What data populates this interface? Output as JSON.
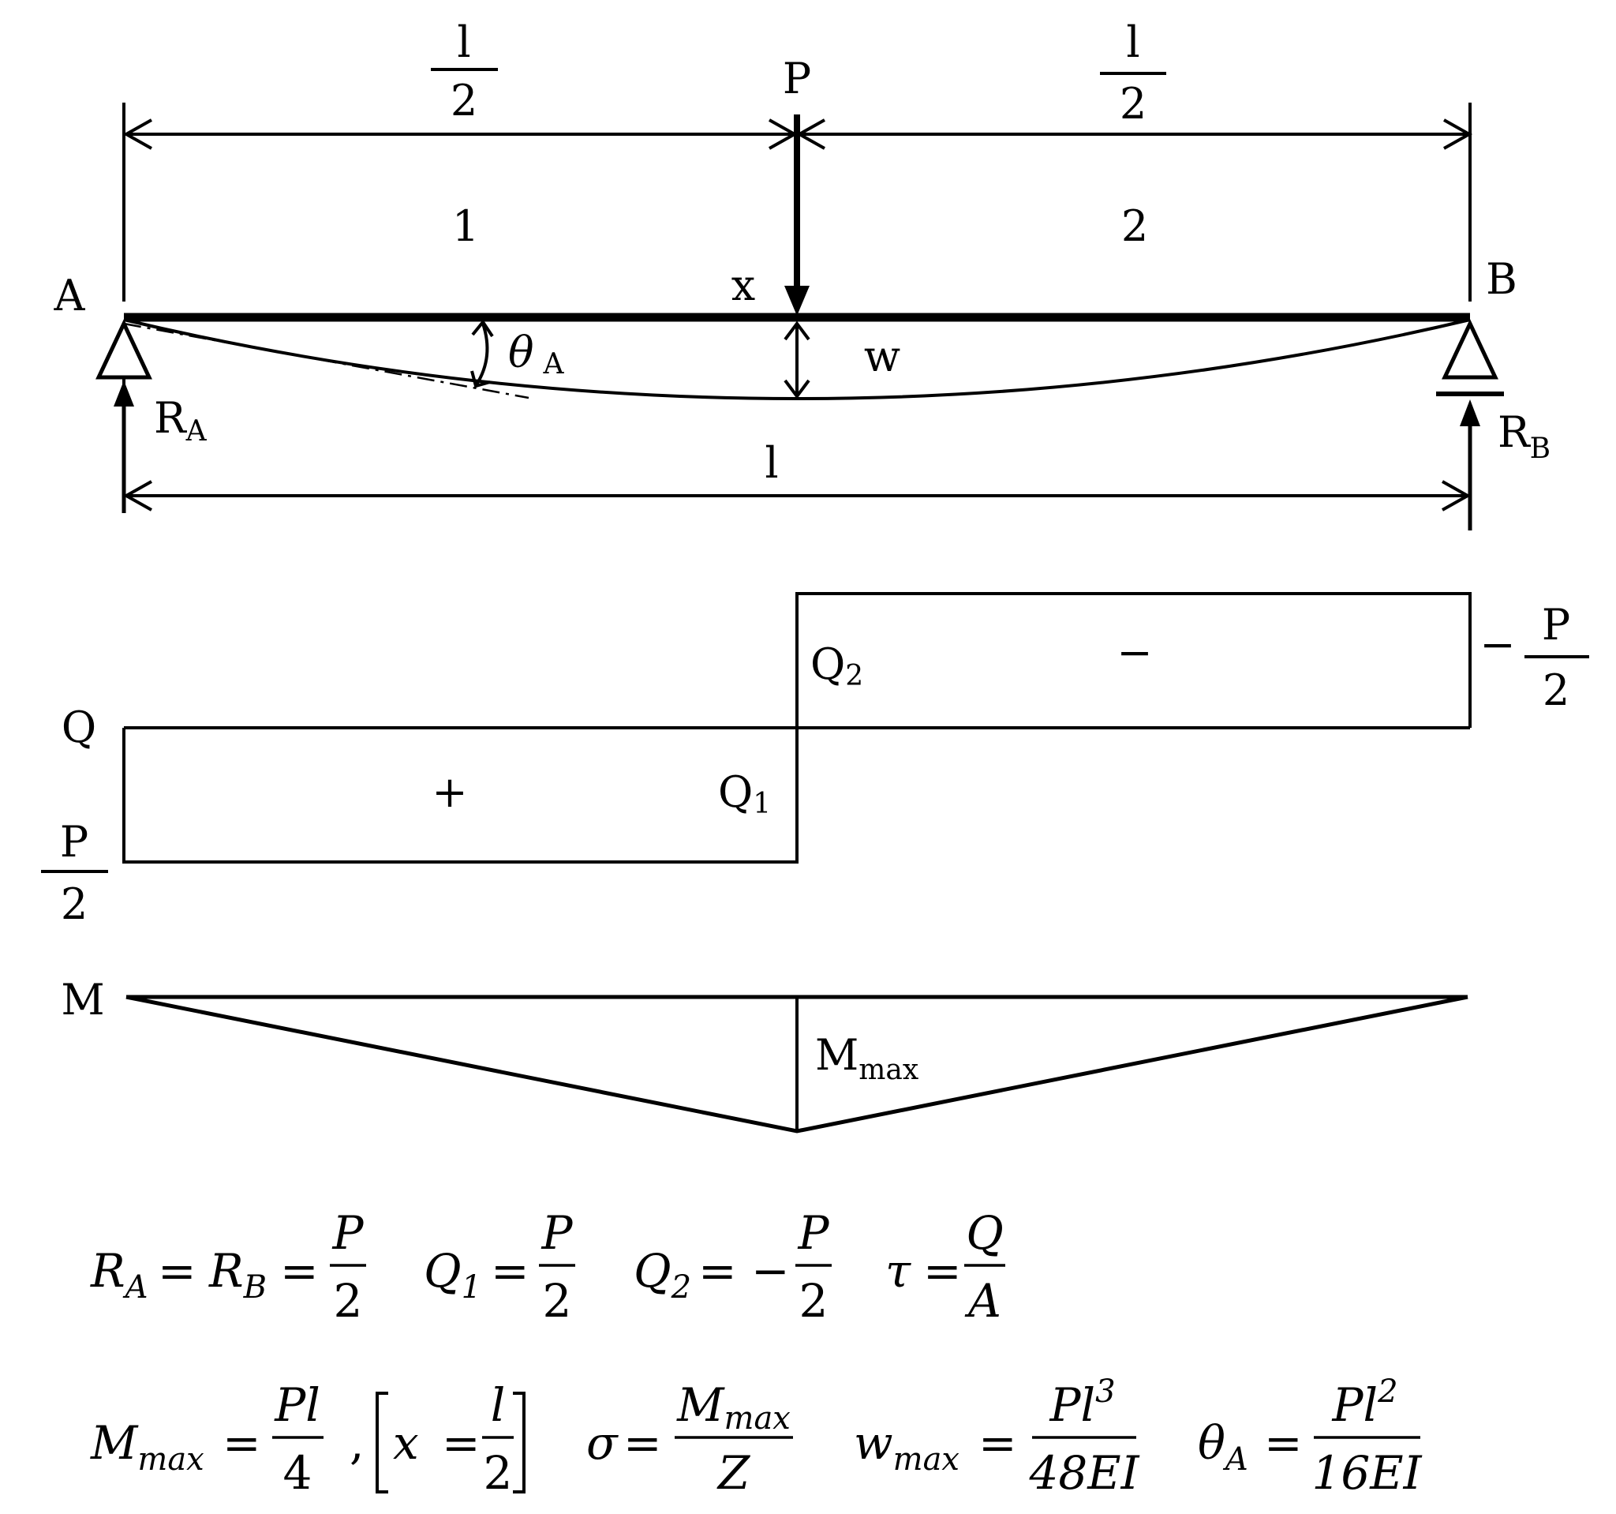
{
  "beam": {
    "point_load": "P",
    "support_left": "A",
    "support_right": "B",
    "half_span_num": "l",
    "half_span_den": "2",
    "span": "l",
    "segment_1": "1",
    "segment_2": "2",
    "position": "x",
    "deflection": "w",
    "slope": "θ",
    "slope_sub": "A",
    "reaction_left": "R",
    "reaction_left_sub": "A",
    "reaction_right": "R",
    "reaction_right_sub": "B"
  },
  "shear": {
    "axis": "Q",
    "positive_sign": "+",
    "negative_sign": "−",
    "q1": "Q",
    "q1_sub": "1",
    "q2": "Q",
    "q2_sub": "2",
    "left_value_num": "P",
    "left_value_den": "2",
    "right_value_sign": "−",
    "right_value_num": "P",
    "right_value_den": "2"
  },
  "moment": {
    "axis": "M",
    "max": "M",
    "max_sub": "max"
  },
  "formulas": {
    "line1": {
      "ra": "R",
      "ra_sub": "A",
      "eq1": "=",
      "rb": "R",
      "rb_sub": "B",
      "eq2": "=",
      "r_num": "P",
      "r_den": "2",
      "q1": "Q",
      "q1_sub": "1",
      "eq3": "=",
      "q1_num": "P",
      "q1_den": "2",
      "q2": "Q",
      "q2_sub": "2",
      "eq4": "= −",
      "q2_num": "P",
      "q2_den": "2",
      "tau": "τ",
      "eq5": "=",
      "tau_num": "Q",
      "tau_den": "A"
    },
    "line2": {
      "m": "M",
      "m_sub": "max",
      "eq1": "=",
      "m_num": "Pl",
      "m_den": "4",
      "comma": ",",
      "x": "x",
      "eq2": "=",
      "x_num": "l",
      "x_den": "2",
      "sigma": "σ",
      "eq3": "=",
      "s_num": "M",
      "s_num_sub": "max",
      "s_den": "Z",
      "w": "w",
      "w_sub": "max",
      "eq4": "=",
      "w_num": "Pl",
      "w_num_sup": "3",
      "w_den": "48EI",
      "theta": "θ",
      "theta_sub": "A",
      "eq5": "=",
      "t_num": "Pl",
      "t_num_sup": "2",
      "t_den": "16EI"
    }
  }
}
